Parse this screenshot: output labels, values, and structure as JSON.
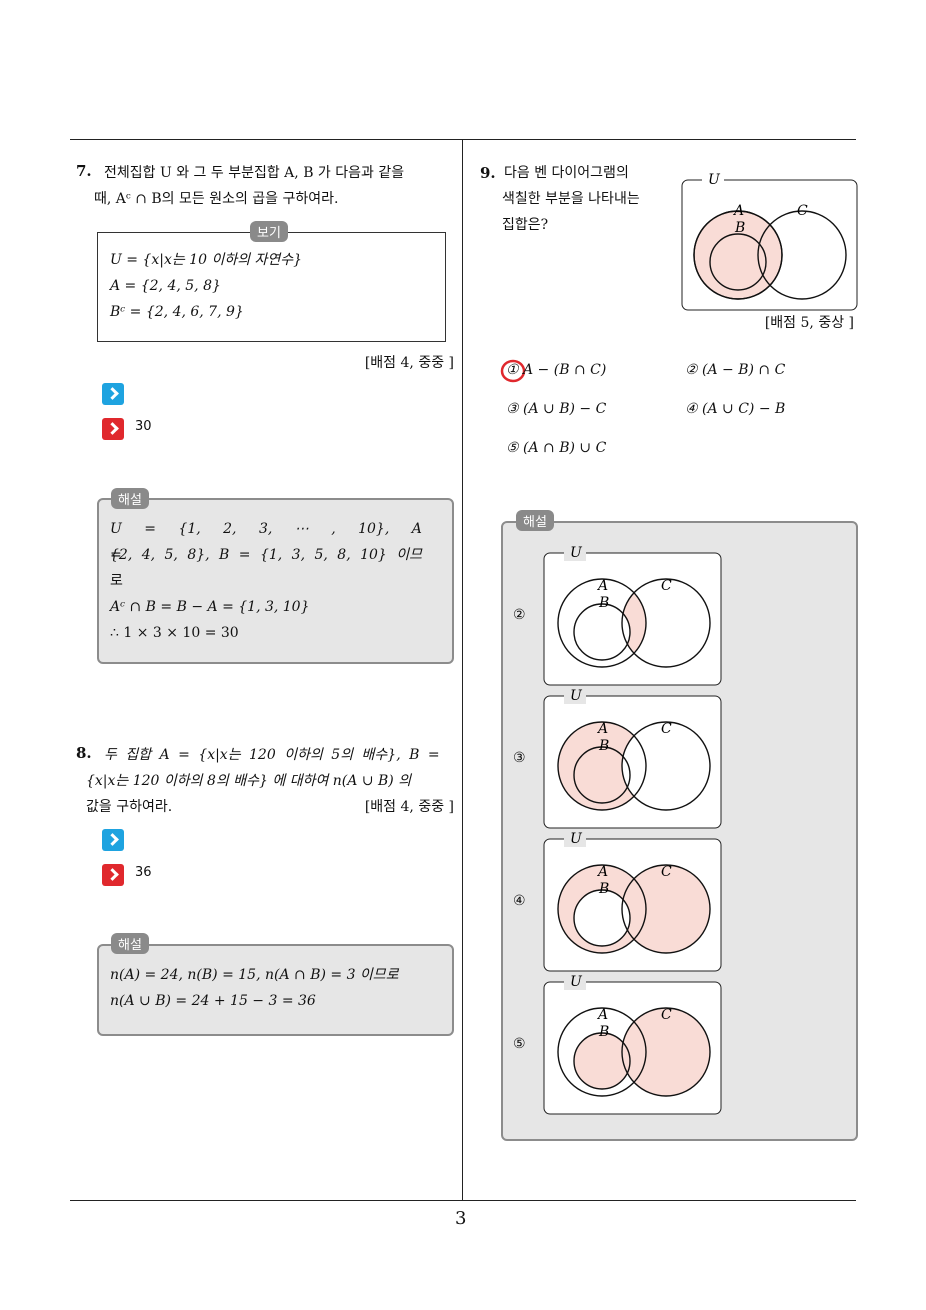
{
  "page_number": "3",
  "q7": {
    "number": "7.",
    "line1": "전체집합 U 와 그 두 부분집합 A, B 가 다음과 같을",
    "line2": "때, Aᶜ ∩ B의 모든 원소의 곱을 구하여라.",
    "bogi_label": "보기",
    "bogi": [
      "U = {x|x는 10 이하의 자연수}",
      "A = {2, 4, 5, 8}",
      "Bᶜ = {2, 4, 6, 7, 9}"
    ],
    "score": "[배점 4, 중중 ]",
    "answer": "30",
    "sol_label": "해설",
    "sol": [
      "U = {1, 2, 3, ⋯ , 10}, A =",
      "{2, 4, 5, 8}, B = {1, 3, 5, 8, 10} 이므",
      "로",
      "Aᶜ ∩ B = B − A = {1, 3, 10}",
      "∴ 1 × 3 × 10 = 30"
    ]
  },
  "q8": {
    "number": "8.",
    "line1": "두 집합 A = {x|x는 120 이하의 5의 배수}, B =",
    "line2": "{x|x는 120 이하의 8의 배수} 에 대하여 n(A ∪ B) 의",
    "line3": "값을 구하여라.",
    "score": "[배점 4, 중중 ]",
    "answer": "36",
    "sol_label": "해설",
    "sol": [
      "n(A) = 24, n(B) = 15, n(A ∩ B) = 3 이므로",
      "n(A ∪ B) = 24 + 15 − 3 = 36"
    ]
  },
  "q9": {
    "number": "9.",
    "lines": [
      "다음 벤 다이어그램의",
      "색칠한 부분을 나타내는",
      "집합은?"
    ],
    "score": "[배점 5, 중상 ]",
    "choices": [
      "① A − (B ∩ C)",
      "② (A − B) ∩ C",
      "③ (A ∪ B) − C",
      "④ (A ∪ C) − B",
      "⑤ (A ∩ B) ∪ C"
    ],
    "sol_label": "해설",
    "diagram_labels": {
      "u": "U",
      "a": "A",
      "b": "B",
      "c": "C"
    },
    "sol_items": [
      "②",
      "③",
      "④",
      "⑤"
    ]
  },
  "colors": {
    "fill": "#f9dcd6",
    "grey": "#e6e6e6",
    "circle_mark": "#e0282d"
  }
}
